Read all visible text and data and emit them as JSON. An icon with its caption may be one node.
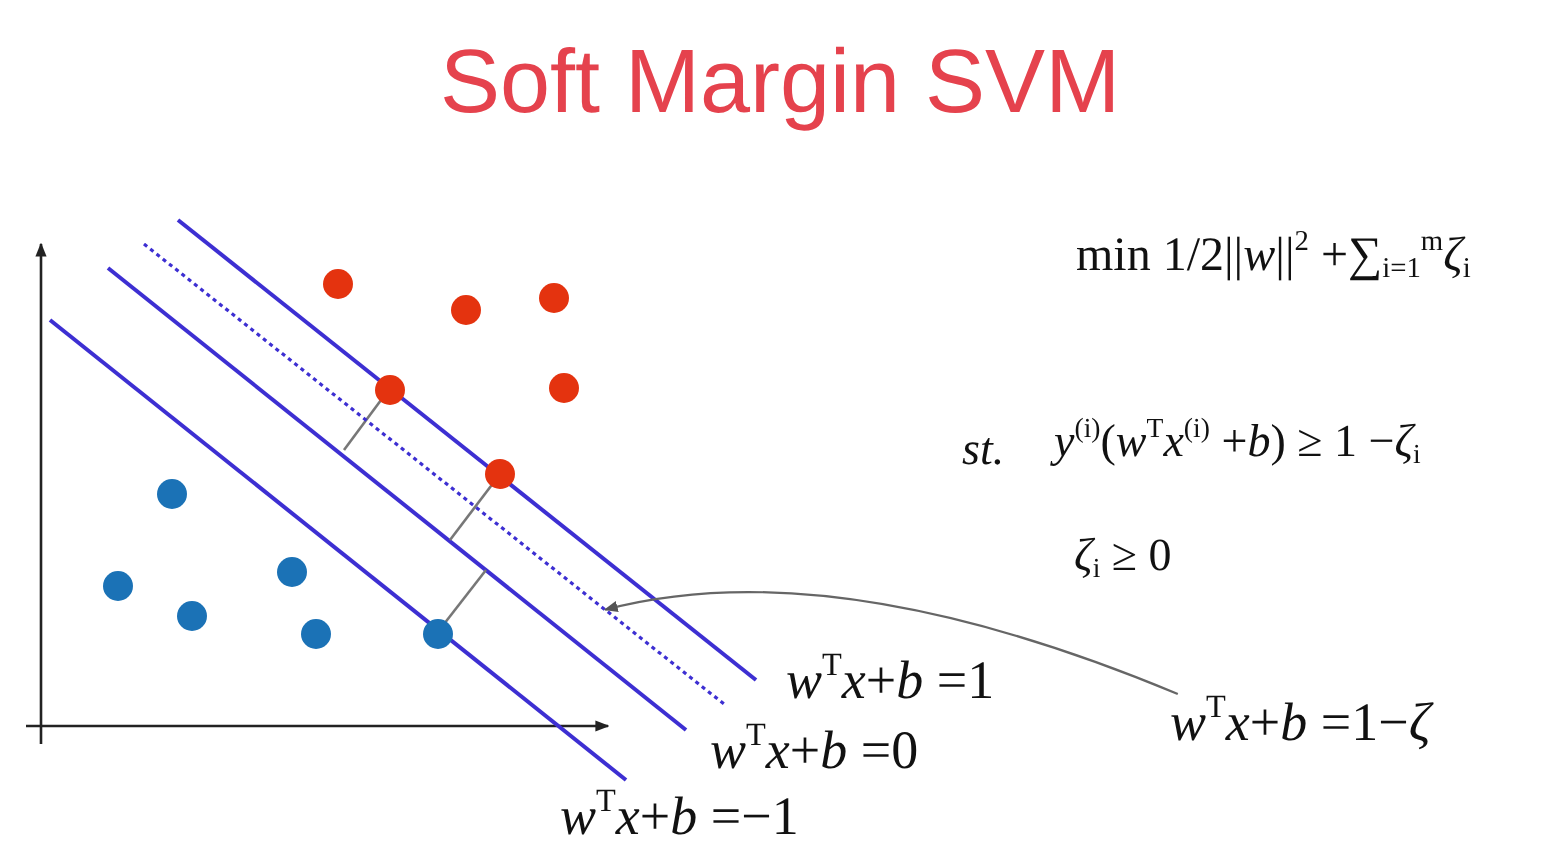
{
  "diagram": {
    "title": "Soft Margin SVM",
    "nodes": [
      {
        "text": [],
        "shape": "line"
      },
      {
        "text": [
          "*w*$^{T}$*x*+*b* =1−*ζ*"
        ]
      }
    ],
    "edges": [
      {
        "from": 1,
        "to": 0,
        "arrow": "to"
      }
    ],
    "labels": [
      "min 1/2||*w*||$^{2}$ +∑$_{i=1}$$^{m}$*ζ*$_{i}$",
      "*st.*",
      "*y*$^{(i)}$(*w*$^{T}$*x*$^{(i)}$ +*b*) ≥ 1 −*ζ*$_{i}$",
      "*ζ*$_{i}$ ≥ 0",
      "*w*$^{T}$*x*+*b* =1",
      "*w*$^{T}$*x*+*b* =0",
      "*w*$^{T}$*x*+*b* =−1"
    ]
  }
}
